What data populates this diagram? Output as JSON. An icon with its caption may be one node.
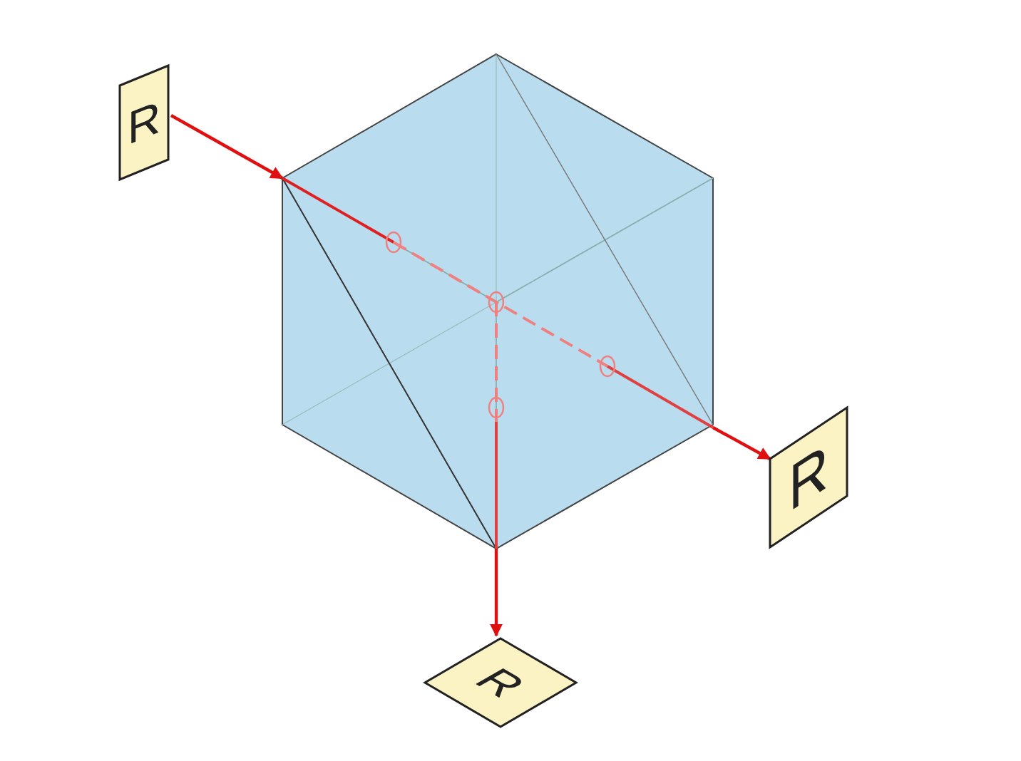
{
  "diagram": {
    "nodes": [
      {
        "text": [
          "R"
        ]
      },
      {
        "text": [],
        "shape": "cube"
      },
      {
        "text": [
          "R"
        ]
      },
      {
        "text": [
          "R"
        ]
      }
    ],
    "edges": [
      {
        "from": 0,
        "to": 1,
        "arrow": "to"
      },
      {
        "from": 1,
        "to": 2,
        "arrow": "to"
      },
      {
        "from": 1,
        "to": 3,
        "arrow": "to"
      }
    ]
  }
}
